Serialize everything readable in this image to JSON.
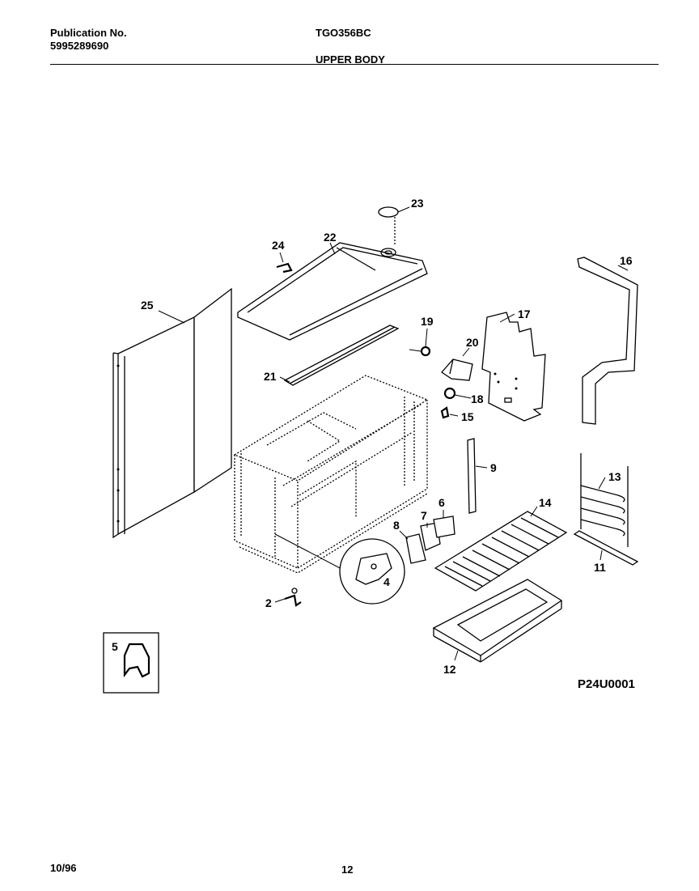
{
  "header": {
    "publication_label": "Publication No.",
    "publication_number": "5995289690",
    "model": "TGO356BC",
    "section": "UPPER BODY"
  },
  "figure_id": "P24U0001",
  "callouts": [
    "2",
    "4",
    "5",
    "6",
    "7",
    "8",
    "9",
    "11",
    "12",
    "13",
    "14",
    "15",
    "16",
    "17",
    "18",
    "19",
    "20",
    "21",
    "22",
    "23",
    "24",
    "25"
  ],
  "footer": {
    "date": "10/96",
    "page": "12"
  }
}
